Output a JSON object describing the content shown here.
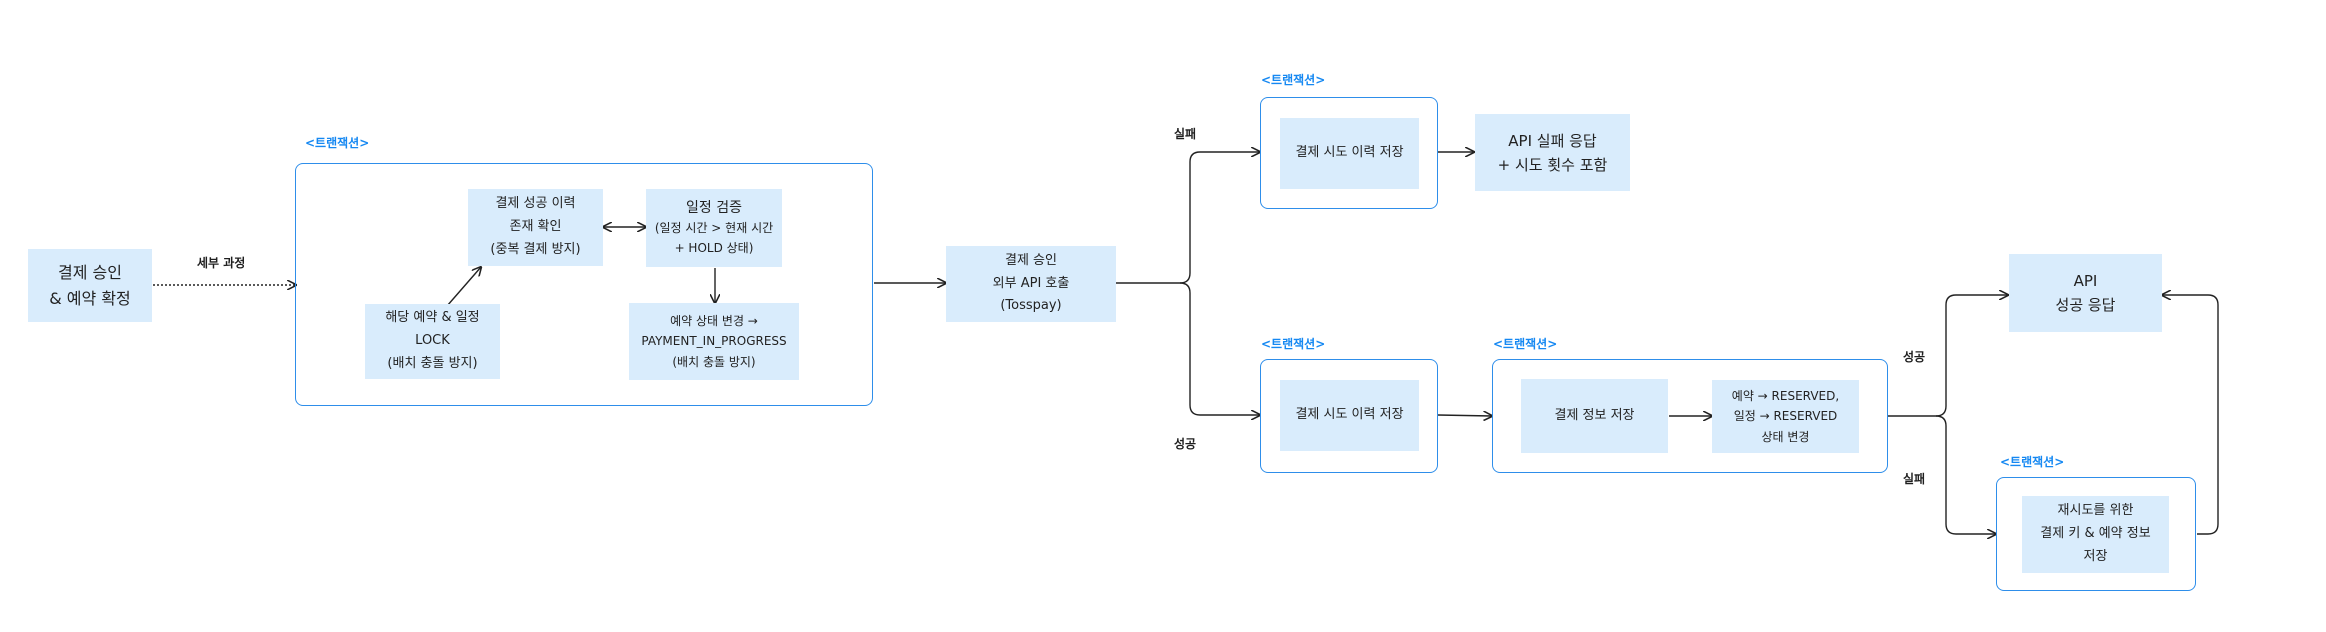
{
  "transaction_tag": "<트랜잭션>",
  "nodes": {
    "approve_start": "결제 승인\n& 예약 확정",
    "lock": "해당 예약 & 일정\nLOCK\n(배치 충돌 방지)",
    "check_success": "결제 성공 이력\n존재 확인\n(중복 결제 방지)",
    "validate_schedule_title": "일정 검증",
    "validate_schedule_detail": "(일정 시간 > 현재 시간\n+ HOLD 상태)",
    "status_change": "예약 상태 변경 →\nPAYMENT_IN_PROGRESS\n(배치 충돌 방지)",
    "external_api": "결제 승인\n외부 API 호출\n(Tosspay)",
    "save_attempt_fail": "결제 시도 이력 저장",
    "api_fail_response": "API 실패 응답\n+ 시도 횟수 포함",
    "save_attempt_success": "결제 시도 이력 저장",
    "save_payment": "결제 정보 저장",
    "reserved_change": "예약 → RESERVED,\n일정 → RESERVED\n상태 변경",
    "api_success": "API\n성공 응답",
    "retry_save": "재시도를 위한\n결제 키 & 예약 정보\n저장"
  },
  "edge_labels": {
    "detail": "세부 과정",
    "fail_top": "실패",
    "success_bottom": "성공",
    "success_right": "성공",
    "fail_right": "실패"
  }
}
